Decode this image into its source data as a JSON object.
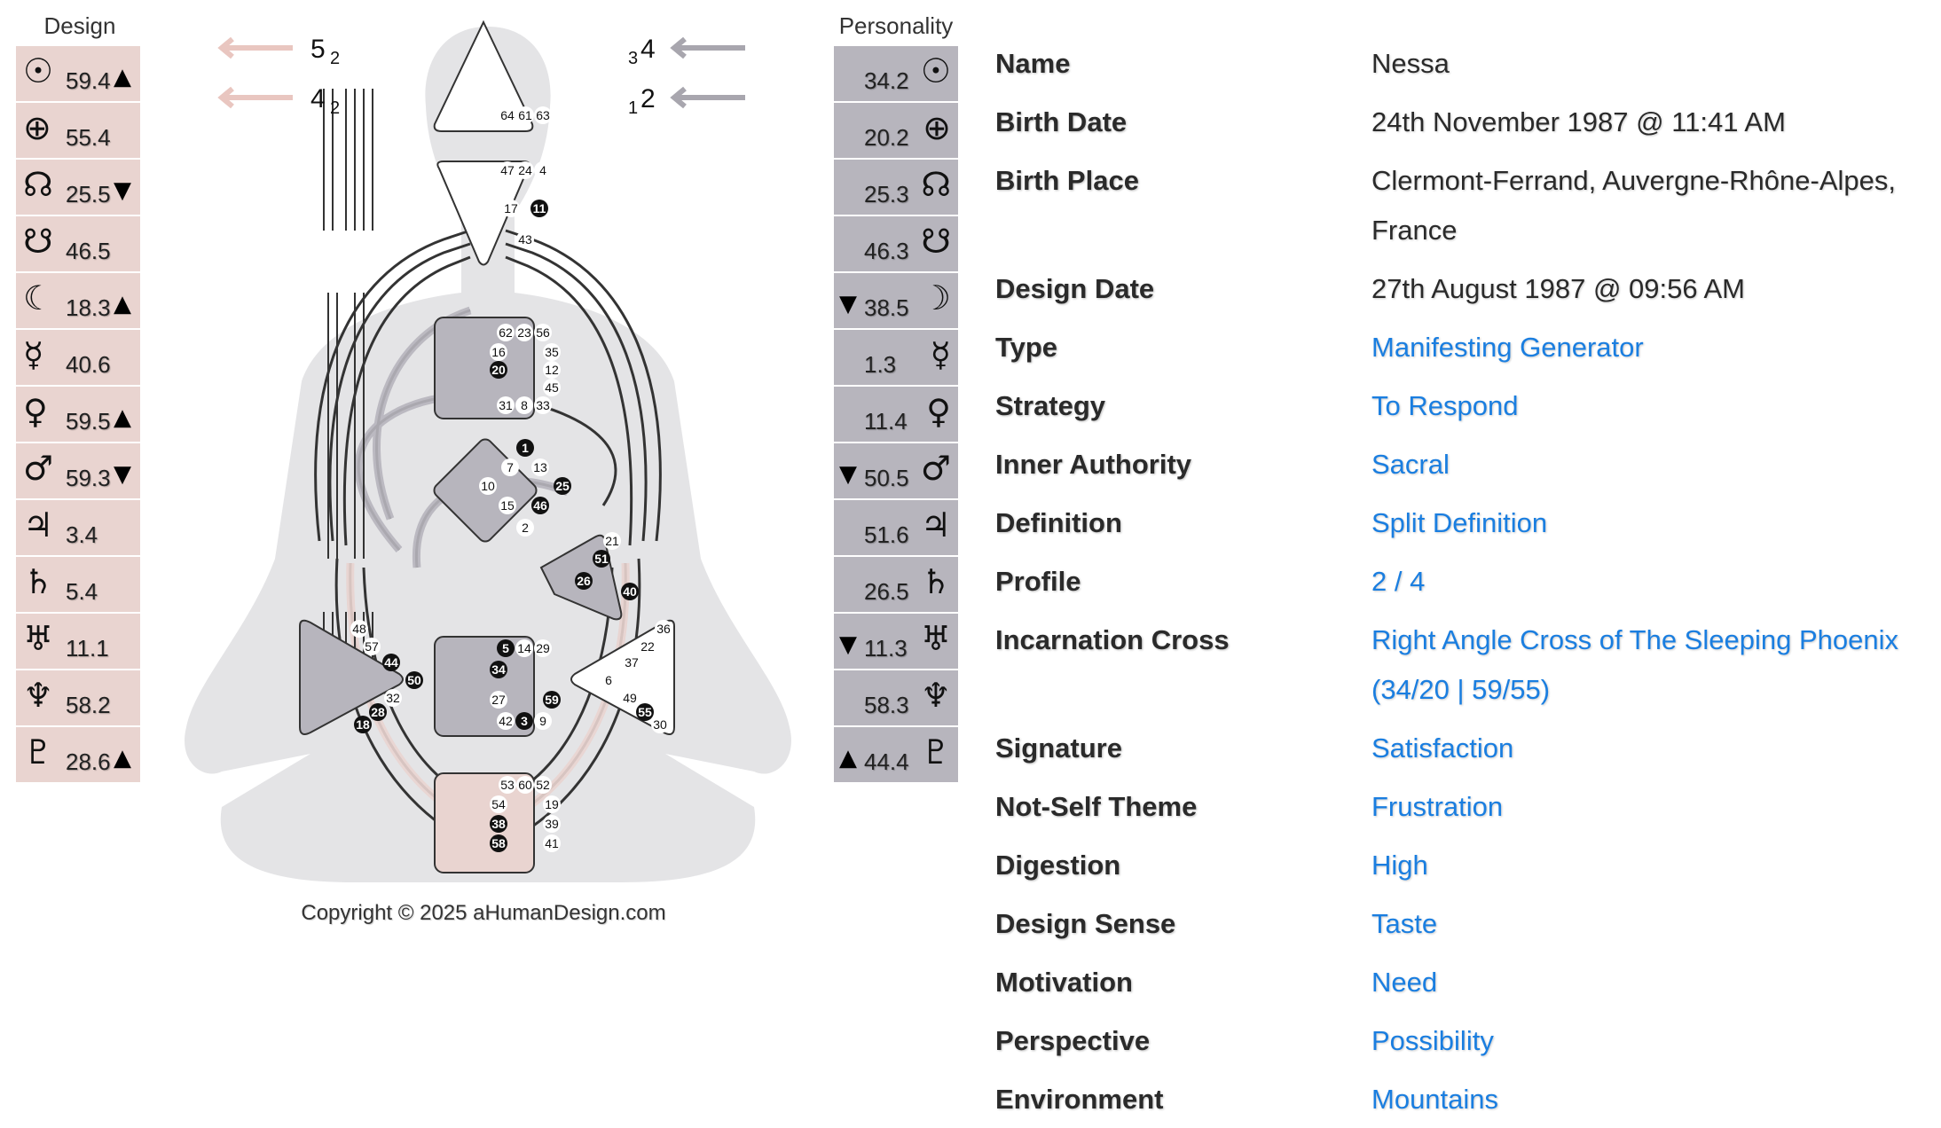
{
  "design": {
    "title": "Design",
    "rows": [
      {
        "glyph": "☉",
        "value": "59.4",
        "arrow": "▲"
      },
      {
        "glyph": "⊕",
        "value": "55.4",
        "arrow": ""
      },
      {
        "glyph": "☊",
        "value": "25.5",
        "arrow": "▼"
      },
      {
        "glyph": "☋",
        "value": "46.5",
        "arrow": ""
      },
      {
        "glyph": "☾",
        "value": "18.3",
        "arrow": "▲"
      },
      {
        "glyph": "☿",
        "value": "40.6",
        "arrow": ""
      },
      {
        "glyph": "♀",
        "value": "59.5",
        "arrow": "▲"
      },
      {
        "glyph": "♂",
        "value": "59.3",
        "arrow": "▼"
      },
      {
        "glyph": "♃",
        "value": "3.4",
        "arrow": ""
      },
      {
        "glyph": "♄",
        "value": "5.4",
        "arrow": ""
      },
      {
        "glyph": "♅",
        "value": "11.1",
        "arrow": ""
      },
      {
        "glyph": "♆",
        "value": "58.2",
        "arrow": ""
      },
      {
        "glyph": "♇",
        "value": "28.6",
        "arrow": "▲"
      }
    ]
  },
  "personality": {
    "title": "Personality",
    "rows": [
      {
        "glyph": "☉",
        "value": "34.2",
        "arrow": ""
      },
      {
        "glyph": "⊕",
        "value": "20.2",
        "arrow": ""
      },
      {
        "glyph": "☊",
        "value": "25.3",
        "arrow": ""
      },
      {
        "glyph": "☋",
        "value": "46.3",
        "arrow": ""
      },
      {
        "glyph": "☽",
        "value": "38.5",
        "arrow": "▼"
      },
      {
        "glyph": "☿",
        "value": "1.3",
        "arrow": ""
      },
      {
        "glyph": "♀",
        "value": "11.4",
        "arrow": ""
      },
      {
        "glyph": "♂",
        "value": "50.5",
        "arrow": "▼"
      },
      {
        "glyph": "♃",
        "value": "51.6",
        "arrow": ""
      },
      {
        "glyph": "♄",
        "value": "26.5",
        "arrow": ""
      },
      {
        "glyph": "♅",
        "value": "11.3",
        "arrow": "▼"
      },
      {
        "glyph": "♆",
        "value": "58.3",
        "arrow": ""
      },
      {
        "glyph": "♇",
        "value": "44.4",
        "arrow": "▲"
      }
    ]
  },
  "variables": {
    "left_top": {
      "main": "5",
      "sub": "2"
    },
    "left_bottom": {
      "main": "4",
      "sub": "2"
    },
    "right_top": {
      "pre": "3",
      "main": "4"
    },
    "right_bottom": {
      "pre": "1",
      "main": "2"
    }
  },
  "gates": {
    "head": [
      "64",
      "61",
      "63"
    ],
    "ajna": [
      "47",
      "24",
      "4",
      "17",
      "11",
      "43"
    ],
    "throat": [
      "62",
      "23",
      "56",
      "16",
      "35",
      "20",
      "12",
      "45",
      "31",
      "8",
      "33"
    ],
    "g": [
      "1",
      "7",
      "13",
      "10",
      "25",
      "15",
      "46",
      "2"
    ],
    "heart": [
      "21",
      "51",
      "26",
      "40"
    ],
    "sacral": [
      "5",
      "14",
      "29",
      "34",
      "27",
      "59",
      "42",
      "3",
      "9"
    ],
    "spleen": [
      "48",
      "57",
      "44",
      "50",
      "32",
      "28",
      "18"
    ],
    "solar": [
      "36",
      "22",
      "37",
      "6",
      "49",
      "55",
      "30"
    ],
    "root": [
      "53",
      "60",
      "52",
      "54",
      "19",
      "38",
      "39",
      "58",
      "41"
    ]
  },
  "colors": {
    "design": "#e9d4d0",
    "personality": "#b7b5bd",
    "link": "#1a7ee0"
  },
  "copyright": "Copyright © 2025 aHumanDesign.com",
  "info": [
    {
      "label": "Name",
      "value": "Nessa",
      "link": false
    },
    {
      "label": "Birth Date",
      "value": "24th November 1987 @ 11:41 AM",
      "link": false
    },
    {
      "label": "Birth Place",
      "value": "Clermont-Ferrand, Auvergne-Rhône-Alpes, France",
      "link": false
    },
    {
      "label": "Design Date",
      "value": "27th August 1987 @ 09:56 AM",
      "link": false
    },
    {
      "label": "Type",
      "value": "Manifesting Generator",
      "link": true
    },
    {
      "label": "Strategy",
      "value": "To Respond",
      "link": true
    },
    {
      "label": "Inner Authority",
      "value": "Sacral",
      "link": true
    },
    {
      "label": "Definition",
      "value": "Split Definition",
      "link": true
    },
    {
      "label": "Profile",
      "value": "2 / 4",
      "link": true
    },
    {
      "label": "Incarnation Cross",
      "value": "Right Angle Cross of The Sleeping Phoenix (34/20 | 59/55)",
      "link": true
    },
    {
      "label": "Signature",
      "value": "Satisfaction",
      "link": true
    },
    {
      "label": "Not-Self Theme",
      "value": "Frustration",
      "link": true
    },
    {
      "label": "Digestion",
      "value": "High",
      "link": true
    },
    {
      "label": "Design Sense",
      "value": "Taste",
      "link": true
    },
    {
      "label": "Motivation",
      "value": "Need",
      "link": true
    },
    {
      "label": "Perspective",
      "value": "Possibility",
      "link": true
    },
    {
      "label": "Environment",
      "value": "Mountains",
      "link": true
    }
  ]
}
